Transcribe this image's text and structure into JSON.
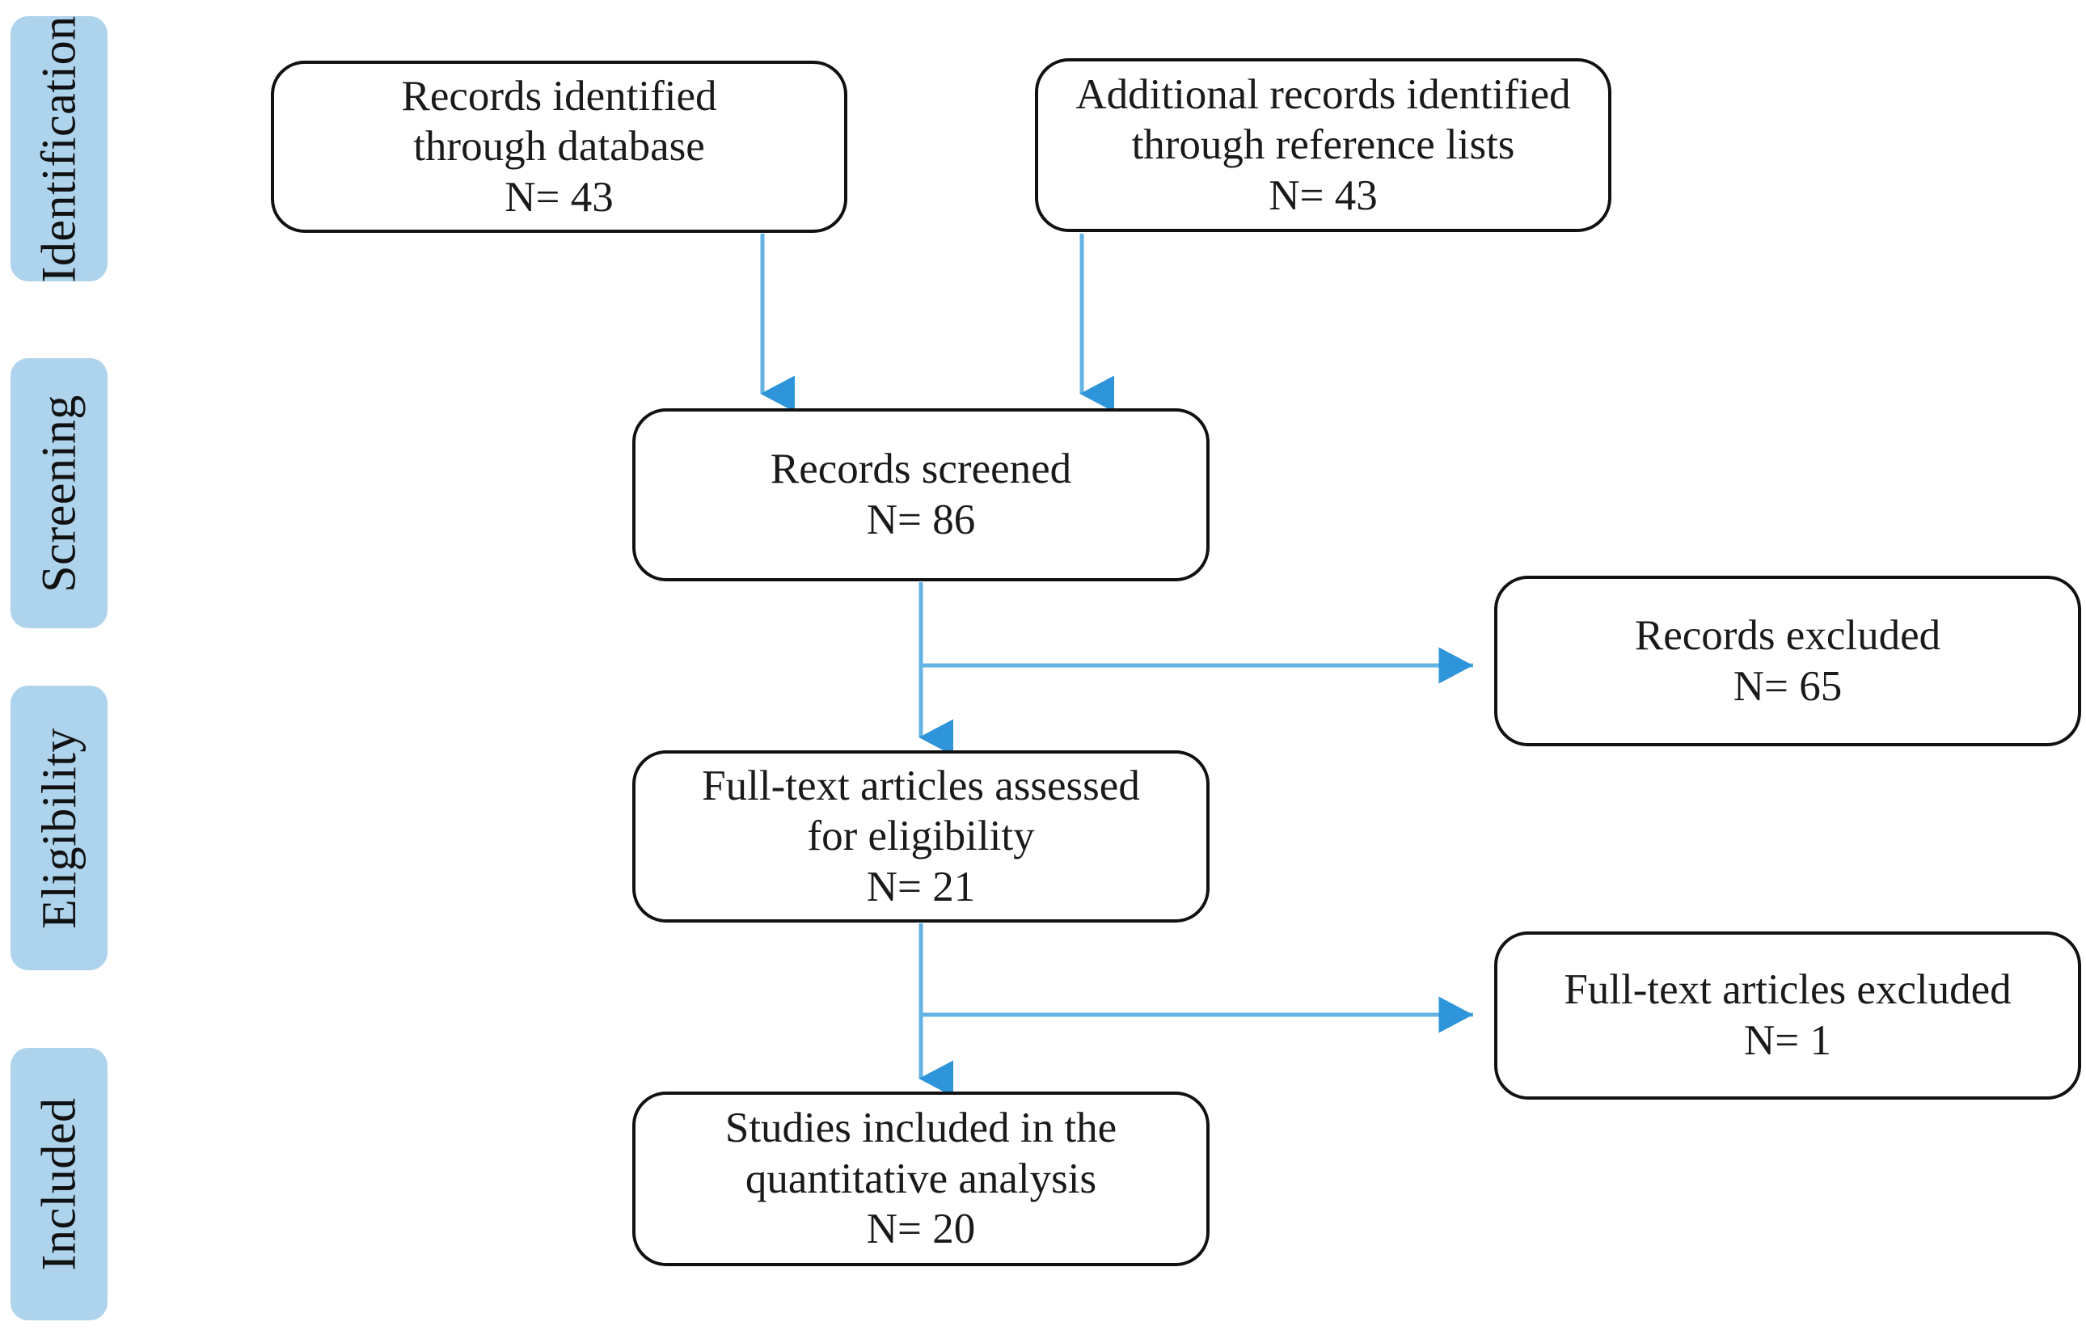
{
  "diagram": {
    "type": "prisma-flow-diagram",
    "accent_color": "#4da3dd",
    "stage_bar_color": "#aed3ec",
    "box_border_color": "#111111",
    "stages": [
      {
        "id": "identification",
        "label": "Identification"
      },
      {
        "id": "screening",
        "label": "Screening"
      },
      {
        "id": "eligibility",
        "label": "Eligibility"
      },
      {
        "id": "included",
        "label": "Included"
      }
    ],
    "boxes": [
      {
        "id": "records-identified-database",
        "text": "Records identified\nthrough database\nN= 43",
        "count_label": "N= 43",
        "count": 43
      },
      {
        "id": "additional-records-reference-lists",
        "text": "Additional records identified\nthrough reference lists\nN= 43",
        "count_label": "N= 43",
        "count": 43
      },
      {
        "id": "records-screened",
        "text": "Records screened\nN= 86",
        "count_label": "N= 86",
        "count": 86
      },
      {
        "id": "records-excluded",
        "text": "Records excluded\nN= 65",
        "count_label": "N= 65",
        "count": 65
      },
      {
        "id": "full-text-assessed",
        "text": "Full-text articles assessed\nfor eligibility\nN= 21",
        "count_label": "N= 21",
        "count": 21
      },
      {
        "id": "full-text-excluded",
        "text": "Full-text articles excluded\nN= 1",
        "count_label": "N= 1",
        "count": 1
      },
      {
        "id": "studies-included",
        "text": "Studies included in the\nquantitative analysis\nN= 20",
        "count_label": "N= 20",
        "count": 20
      }
    ],
    "connectors": [
      {
        "id": "db-to-screened",
        "from": "records-identified-database",
        "to": "records-screened",
        "direction": "down"
      },
      {
        "id": "reflists-to-screened",
        "from": "additional-records-reference-lists",
        "to": "records-screened",
        "direction": "down"
      },
      {
        "id": "screened-to-fulltext",
        "from": "records-screened",
        "to": "full-text-assessed",
        "direction": "down"
      },
      {
        "id": "screened-to-excluded",
        "from": "records-screened",
        "to": "records-excluded",
        "direction": "right"
      },
      {
        "id": "fulltext-to-included",
        "from": "full-text-assessed",
        "to": "studies-included",
        "direction": "down"
      },
      {
        "id": "fulltext-to-ft-excluded",
        "from": "full-text-assessed",
        "to": "full-text-excluded",
        "direction": "right"
      }
    ]
  }
}
